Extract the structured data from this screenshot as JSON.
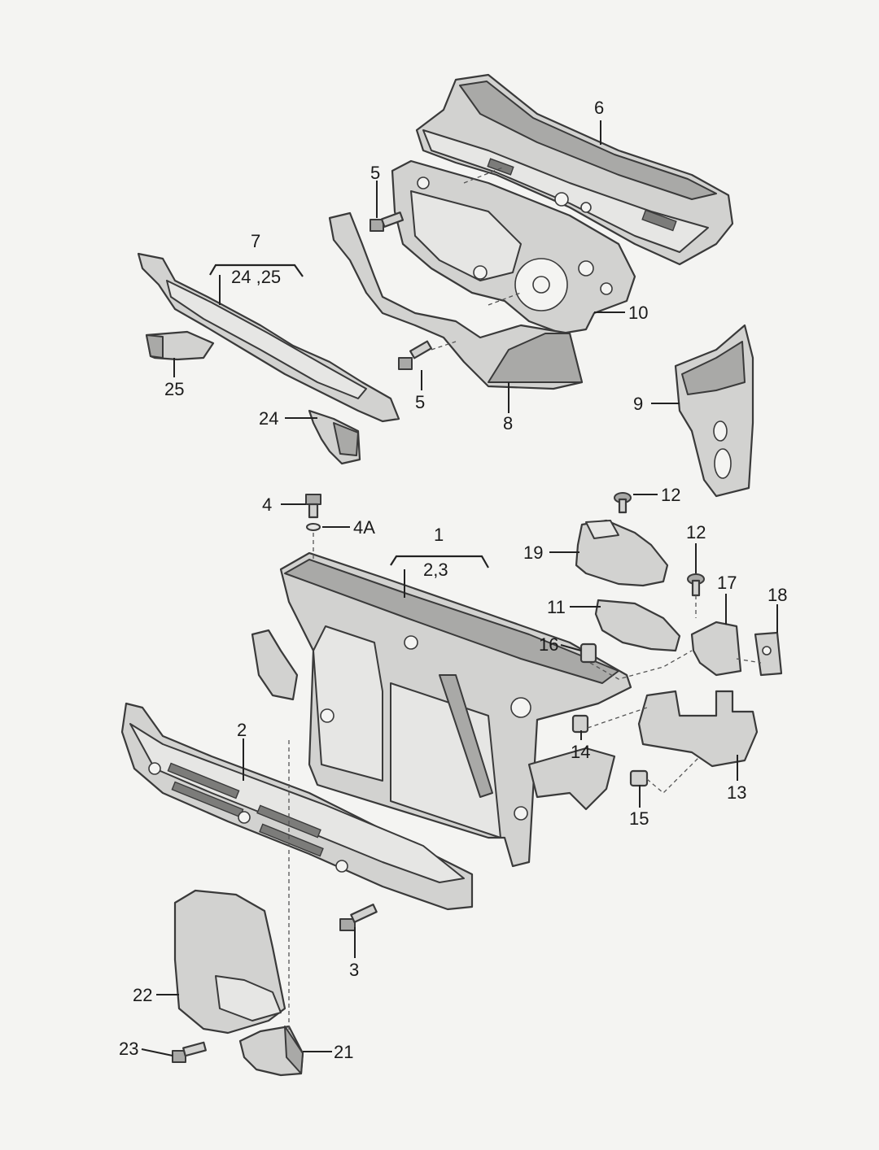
{
  "labels": {
    "l1": "1",
    "l2_3": "2,3",
    "l2": "2",
    "l3": "3",
    "l4": "4",
    "l4a": "4A",
    "l5a": "5",
    "l5b": "5",
    "l6": "6",
    "l7": "7",
    "l24_25": "24 ,25",
    "l8": "8",
    "l9": "9",
    "l10": "10",
    "l11": "11",
    "l12a": "12",
    "l12b": "12",
    "l13": "13",
    "l14": "14",
    "l15": "15",
    "l16": "16",
    "l17": "17",
    "l18": "18",
    "l19": "19",
    "l21": "21",
    "l22": "22",
    "l23": "23",
    "l24": "24",
    "l25": "25"
  }
}
